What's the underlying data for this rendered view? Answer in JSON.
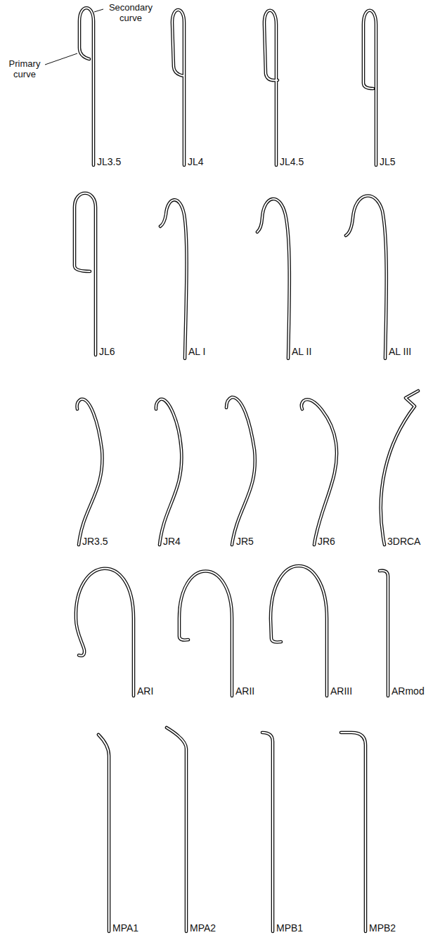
{
  "diagram": {
    "labels": [
      "Secondary curve",
      "Primary curve",
      "JL3.5",
      "JL4",
      "JL4.5",
      "JL5",
      "JL6",
      "AL I",
      "AL II",
      "AL III",
      "JR3.5",
      "JR4",
      "JR5",
      "JR6",
      "3DRCA",
      "ARI",
      "ARII",
      "ARIII",
      "ARmod",
      "MPA1",
      "MPA2",
      "MPB1",
      "MPB2"
    ]
  }
}
